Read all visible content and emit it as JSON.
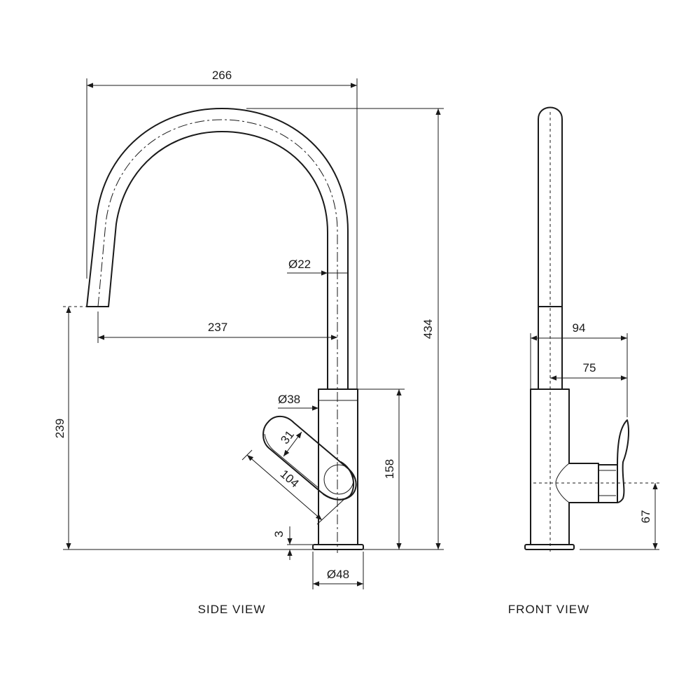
{
  "views": {
    "side_label": "SIDE VIEW",
    "front_label": "FRONT VIEW"
  },
  "dimensions": {
    "overall_reach": "266",
    "overall_height": "434",
    "spout_diameter": "Ø22",
    "outlet_reach": "237",
    "outlet_height": "239",
    "body_diameter": "Ø38",
    "body_height": "158",
    "handle_width": "31",
    "handle_length": "104",
    "base_height": "3",
    "base_diameter": "Ø48",
    "front_depth_total": "94",
    "front_depth_handle": "75",
    "handle_height": "67"
  }
}
